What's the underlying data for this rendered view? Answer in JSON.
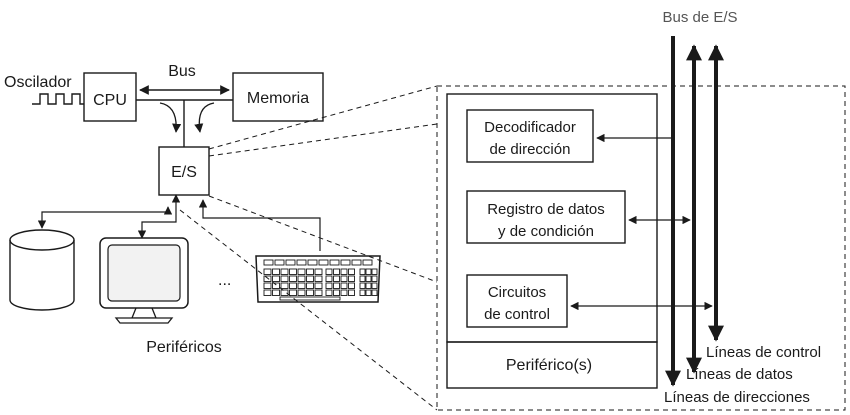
{
  "diagram": {
    "bus_es_label": "Bus de E/S",
    "oscilador": "Oscilador",
    "cpu": "CPU",
    "bus": "Bus",
    "memoria": "Memoria",
    "es": "E/S",
    "perifericos": "Periféricos",
    "ellipsis": "...",
    "decodificador": [
      "Decodificador",
      "de dirección"
    ],
    "registro": [
      "Registro de datos",
      "y de condición"
    ],
    "circuitos": [
      "Circuitos",
      "de control"
    ],
    "periferico_s": "Periférico(s)",
    "lineas_control": "Líneas de control",
    "lineas_datos": "Líneas de datos",
    "lineas_direcciones": "Líneas de direcciones",
    "colors": {
      "line": "#1a1a1a",
      "title": "#555555",
      "screen": "#f2f2f2"
    }
  }
}
